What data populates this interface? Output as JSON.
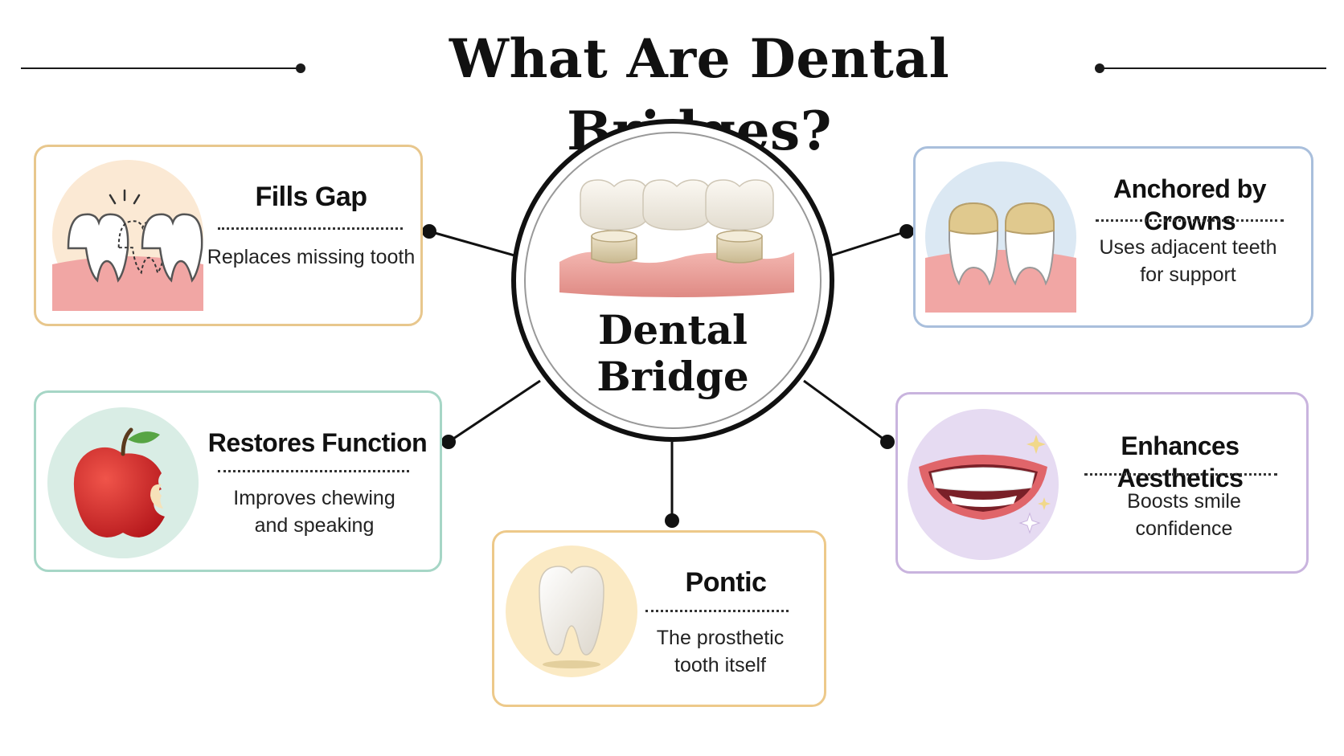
{
  "title": "What Are Dental Bridges?",
  "center": {
    "label": "Dental Bridge"
  },
  "cards": {
    "fills_gap": {
      "heading": "Fills Gap",
      "description": "Replaces missing tooth",
      "icon": "missing-tooth-icon",
      "accent": "#e8c78d",
      "circle": "#fbe9d4"
    },
    "anchored": {
      "heading": "Anchored by Crowns",
      "description": "Uses adjacent teeth for support",
      "icon": "crowned-teeth-icon",
      "accent": "#a9bfdc",
      "circle": "#dbe8f3"
    },
    "restores": {
      "heading": "Restores Function",
      "description": "Improves chewing and speaking",
      "icon": "bitten-apple-icon",
      "accent": "#a6d6c6",
      "circle": "#d9ede5"
    },
    "enhances": {
      "heading": "Enhances Aesthetics",
      "description": "Boosts smile confidence",
      "icon": "smile-icon",
      "accent": "#c9b4de",
      "circle": "#e6dbf2"
    },
    "pontic": {
      "heading": "Pontic",
      "description": "The prosthetic tooth itself",
      "icon": "tooth-icon",
      "accent": "#edc98a",
      "circle": "#fbeac4"
    }
  }
}
